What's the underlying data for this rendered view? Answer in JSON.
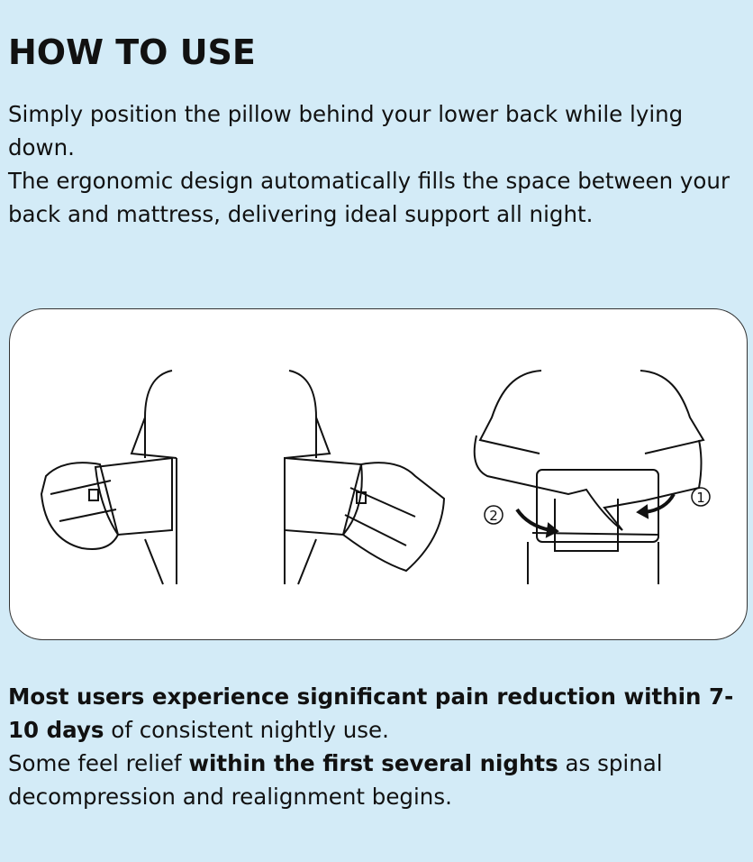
{
  "title": "HOW TO USE",
  "intro": {
    "line1": "Simply position the pillow behind your lower back while lying down.",
    "line2": "The ergonomic design automatically fills the space between your back and mattress, delivering ideal support all night."
  },
  "illustration": {
    "step1_label": "1",
    "step2_label": "2"
  },
  "outro": {
    "bold1": "Most users experience significant pain reduction within 7-10 days",
    "text1": " of consistent nightly use.",
    "text2a": "Some feel relief ",
    "bold2": "within the first several nights",
    "text2b": " as spinal decompression and realignment begins."
  }
}
